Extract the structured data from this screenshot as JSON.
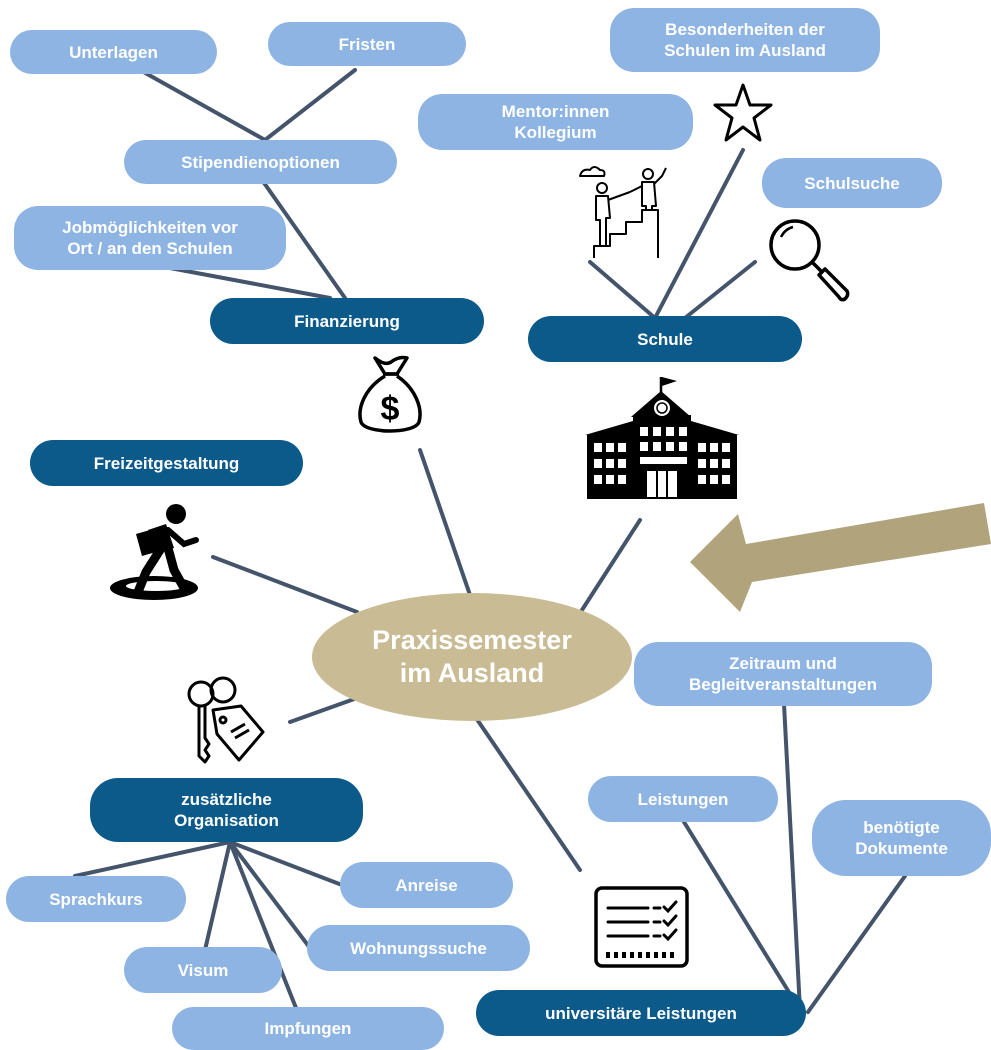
{
  "center": "Praxissemester\nim Ausland",
  "categories": {
    "finanzierung": "Finanzierung",
    "schule": "Schule",
    "freizeit": "Freizeitgestaltung",
    "organisation": "zusätzliche\nOrganisation",
    "uni": "universitäre Leistungen"
  },
  "topics": {
    "unterlagen": "Unterlagen",
    "fristen": "Fristen",
    "stipendien": "Stipendienoptionen",
    "jobs": "Jobmöglichkeiten vor\nOrt / an den Schulen",
    "besonderheiten": "Besonderheiten der\nSchulen im Ausland",
    "mentor": "Mentor:innen\nKollegium",
    "schulsuche": "Schulsuche",
    "zeitraum": "Zeitraum und\nBegleitveranstaltungen",
    "leistungen": "Leistungen",
    "dokumente": "benötigte\nDokumente",
    "sprachkurs": "Sprachkurs",
    "anreise": "Anreise",
    "wohnung": "Wohnungssuche",
    "visum": "Visum",
    "impfungen": "Impfungen"
  },
  "icons": {
    "money": "money-bag-icon",
    "school": "school-building-icon",
    "hiker": "hiker-icon",
    "keys": "keys-icon",
    "checklist": "checklist-icon",
    "star": "star-icon",
    "magnifier": "magnifier-icon",
    "mentor": "mentor-stairs-icon",
    "arrow": "arrow-icon"
  },
  "colors": {
    "light_node": "#8eb4e3",
    "dark_node": "#0c5a8a",
    "center_node": "#c9bb93",
    "arrow": "#b1a47c",
    "line": "#44546a"
  }
}
